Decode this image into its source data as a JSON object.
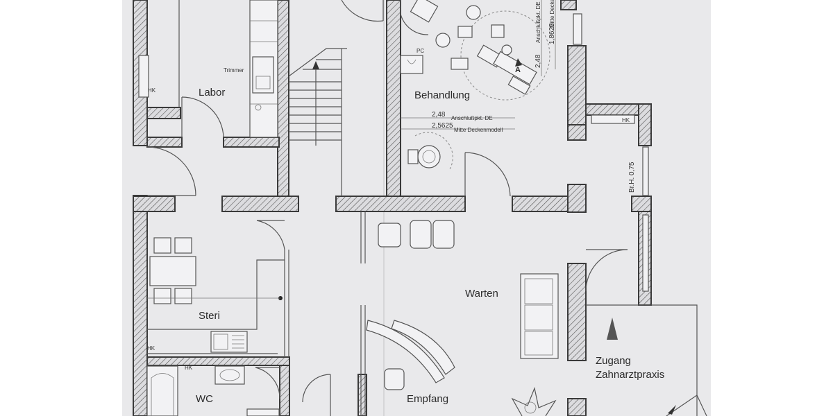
{
  "rooms": {
    "labor": "Labor",
    "behandlung": "Behandlung",
    "steri": "Steri",
    "warten": "Warten",
    "wc": "WC",
    "empfang": "Empfang",
    "zugang_line1": "Zugang",
    "zugang_line2": "Zahnarztpraxis"
  },
  "annotations": {
    "trimmer": "Trimmer",
    "pc": "PC",
    "hk": "HK",
    "section_a": "A",
    "window_height": "Br.H. 0,75"
  },
  "dimensions": {
    "d1_value": "2,48",
    "d1_label": "Anschlußpkt. DE",
    "d2_value": "2,5625",
    "d2_label": "Mitte Deckenmodell",
    "v1_value": "2,48",
    "v1_label": "Anschlußpkt. DE",
    "v2_value": "1,8625",
    "v2_label": "Mitte Deckenmodell"
  }
}
